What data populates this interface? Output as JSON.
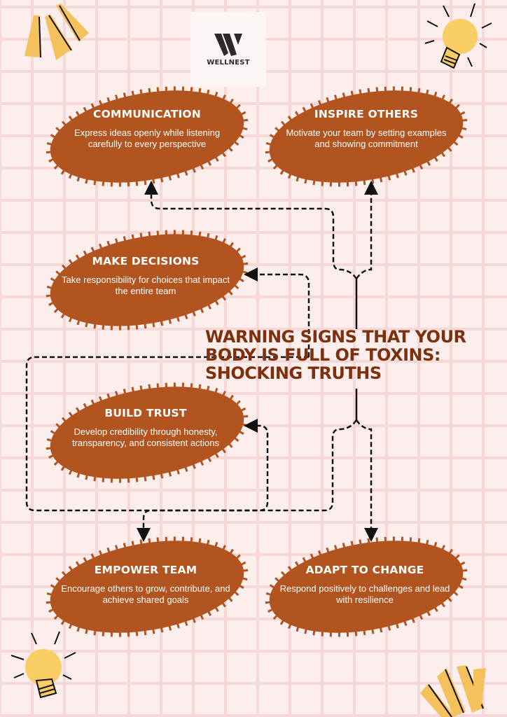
{
  "brand": {
    "name": "WELLNEST",
    "logo_letter": "W"
  },
  "title": "WARNING SIGNS THAT YOUR BODY IS FULL OF TOXINS: SHOCKING TRUTHS",
  "cards": [
    {
      "heading": "COMMUNICATION",
      "body": "Express ideas openly while listening carefully to every perspective"
    },
    {
      "heading": "INSPIRE OTHERS",
      "body": "Motivate your team by setting examples and showing commitment"
    },
    {
      "heading": "MAKE DECISIONS",
      "body": "Take responsibility for choices that impact the entire team"
    },
    {
      "heading": "BUILD TRUST",
      "body": "Develop credibility through honesty, transparency, and consistent actions"
    },
    {
      "heading": "EMPOWER TEAM",
      "body": "Encourage others to grow, contribute, and achieve shared goals"
    },
    {
      "heading": "ADAPT TO CHANGE",
      "body": "Respond positively to challenges and lead with resilience"
    }
  ],
  "colors": {
    "blob": "#b1541f",
    "title": "#7d300c",
    "background": "#fdeeee",
    "grid": "#f6d8d8",
    "accent": "#f5c15c"
  },
  "icons": [
    "rays-icon",
    "lightbulb-icon"
  ]
}
